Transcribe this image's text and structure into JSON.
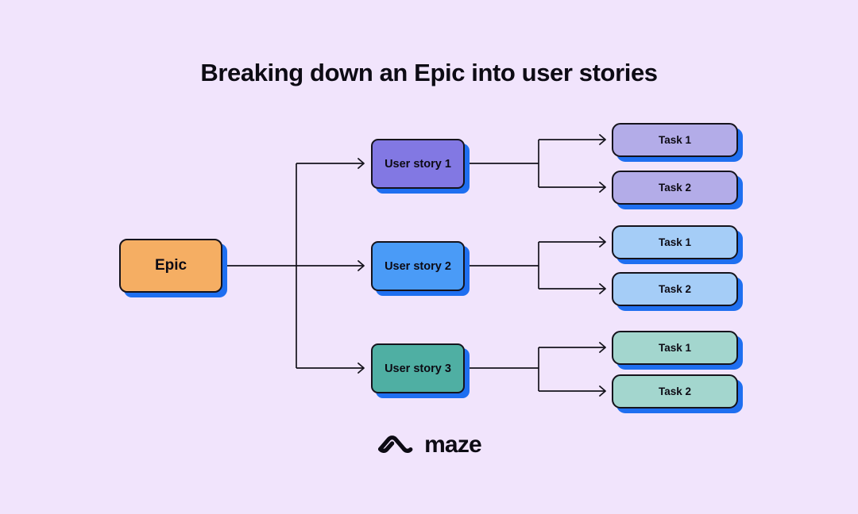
{
  "page": {
    "title": "Breaking down an Epic into user stories",
    "background_color": "#f1e4fc",
    "text_color": "#0d0b14"
  },
  "diagram": {
    "type": "tree",
    "orientation": "left-to-right",
    "shadow_color": "#1f6ff0",
    "border_color": "#15131c",
    "connector_color": "#15131c",
    "root": {
      "label": "Epic",
      "color": "#f5ae63"
    },
    "branches": [
      {
        "story": {
          "label": "User story 1",
          "color": "#8278e3"
        },
        "tasks": [
          {
            "label": "Task 1",
            "color": "#b3ace8"
          },
          {
            "label": "Task 2",
            "color": "#b3ace8"
          }
        ]
      },
      {
        "story": {
          "label": "User story 2",
          "color": "#4a9bf7"
        },
        "tasks": [
          {
            "label": "Task 1",
            "color": "#a5cdf7"
          },
          {
            "label": "Task 2",
            "color": "#a5cdf7"
          }
        ]
      },
      {
        "story": {
          "label": "User story 3",
          "color": "#4fafa3"
        },
        "tasks": [
          {
            "label": "Task 1",
            "color": "#a3d6ce"
          },
          {
            "label": "Task 2",
            "color": "#a3d6ce"
          }
        ]
      }
    ]
  },
  "brand": {
    "name": "maze",
    "mark_icon": "maze-logo-icon"
  }
}
